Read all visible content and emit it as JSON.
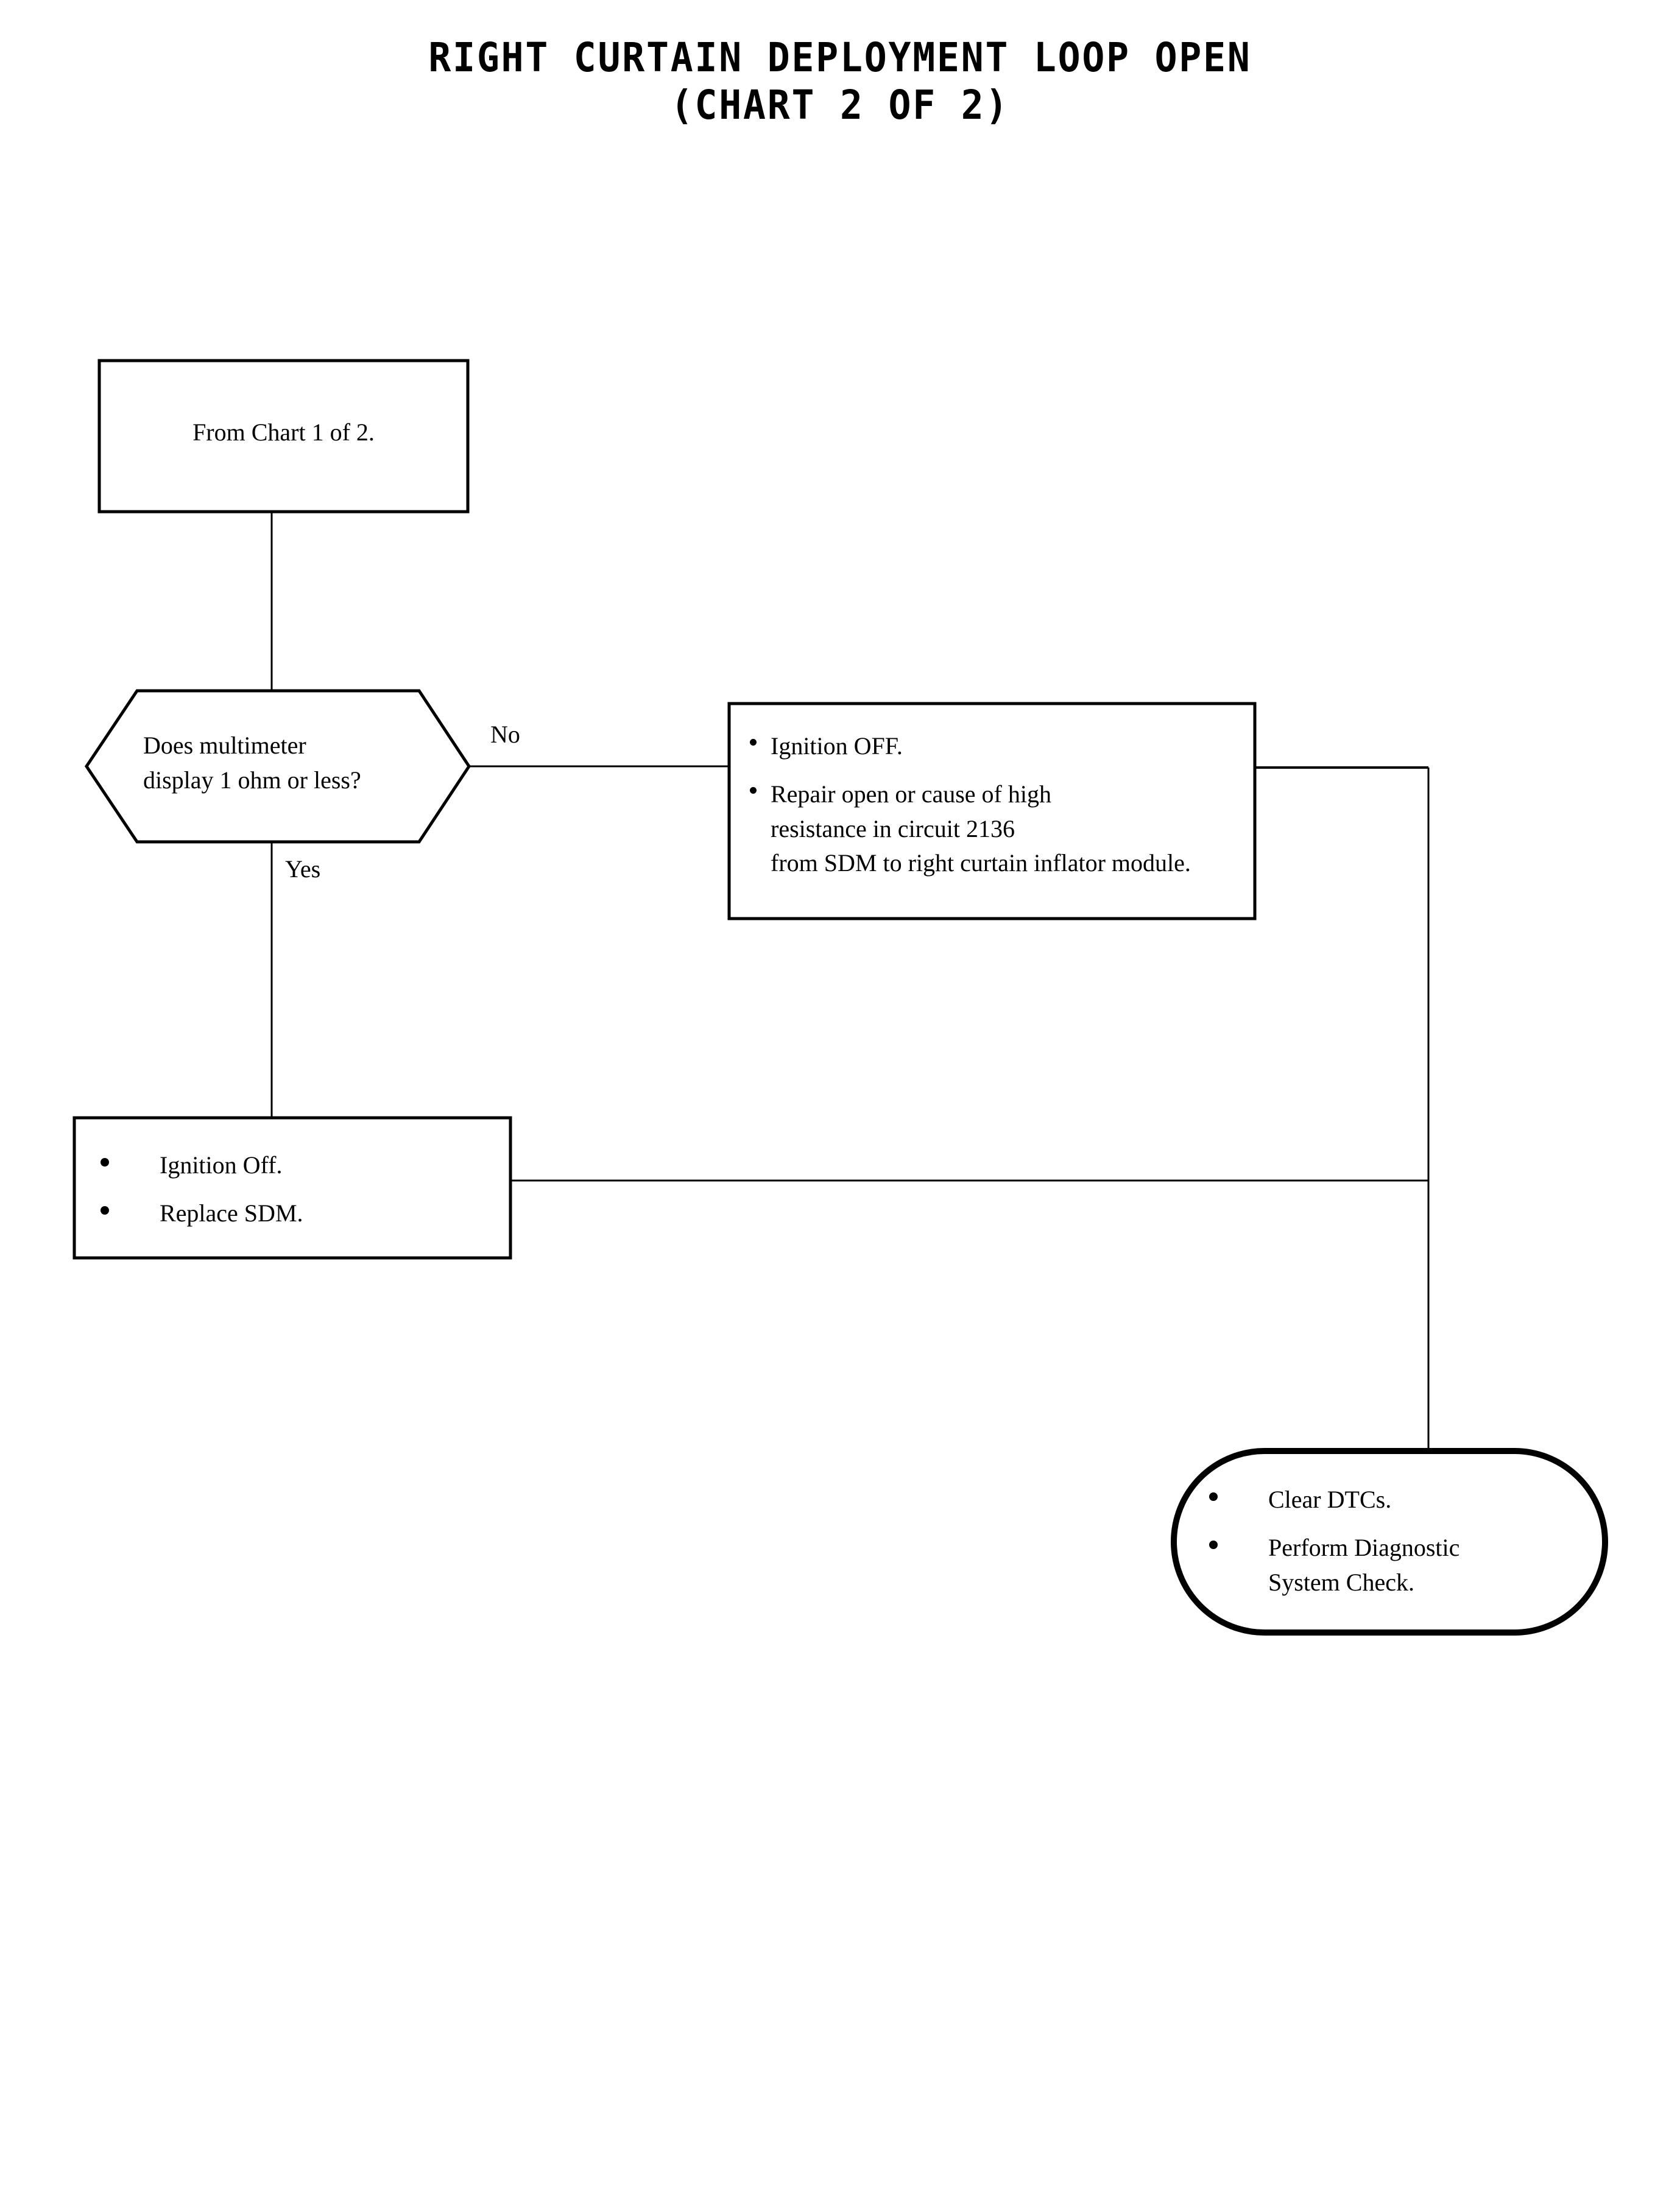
{
  "title": {
    "line1": "RIGHT CURTAIN DEPLOYMENT LOOP OPEN",
    "line2": "(CHART 2 OF 2)"
  },
  "chart_data": {
    "type": "diagram",
    "diagram_kind": "flowchart",
    "title": "RIGHT CURTAIN DEPLOYMENT LOOP OPEN (CHART 2 OF 2)",
    "nodes": [
      {
        "id": "entry",
        "shape": "rectangle",
        "text": "From Chart 1 of 2.",
        "lines": [
          "From Chart 1 of 2."
        ]
      },
      {
        "id": "decision",
        "shape": "hexagon",
        "text": "Does multimeter display 1 ohm or less?",
        "lines": [
          "Does multimeter",
          "display 1 ohm or less?"
        ]
      },
      {
        "id": "repair",
        "shape": "rectangle",
        "bullets": [
          {
            "lines": [
              "Ignition OFF."
            ]
          },
          {
            "lines": [
              "Repair open or cause of high",
              "resistance in circuit 2136",
              "from SDM to right curtain inflator module."
            ]
          }
        ]
      },
      {
        "id": "replace",
        "shape": "rectangle",
        "bullets": [
          {
            "lines": [
              "Ignition Off."
            ]
          },
          {
            "lines": [
              "Replace SDM."
            ]
          }
        ]
      },
      {
        "id": "terminal",
        "shape": "stadium",
        "bullets": [
          {
            "lines": [
              "Clear DTCs."
            ]
          },
          {
            "lines": [
              "Perform Diagnostic",
              "System Check."
            ]
          }
        ]
      }
    ],
    "edges": [
      {
        "from": "entry",
        "to": "decision",
        "label": ""
      },
      {
        "from": "decision",
        "to": "repair",
        "label": "No"
      },
      {
        "from": "decision",
        "to": "replace",
        "label": "Yes"
      },
      {
        "from": "repair",
        "to": "terminal",
        "label": ""
      },
      {
        "from": "replace",
        "to": "terminal",
        "label": ""
      }
    ],
    "colors": {
      "stroke": "#000000",
      "background": "#ffffff",
      "text": "#000000"
    }
  },
  "entry_box": {
    "text": "From Chart 1 of 2."
  },
  "decision": {
    "line1": "Does multimeter",
    "line2": "display 1 ohm or less?",
    "label_no": "No",
    "label_yes": "Yes"
  },
  "repair_box": {
    "bullet1": "Ignition OFF.",
    "bullet2_line1": "Repair open or cause of high",
    "bullet2_line2": "resistance in circuit 2136",
    "bullet2_line3": "from SDM to right curtain inflator module."
  },
  "replace_box": {
    "bullet1": "Ignition Off.",
    "bullet2": "Replace SDM."
  },
  "terminal_box": {
    "bullet1": "Clear DTCs.",
    "bullet2_line1": "Perform Diagnostic",
    "bullet2_line2": "System Check."
  }
}
